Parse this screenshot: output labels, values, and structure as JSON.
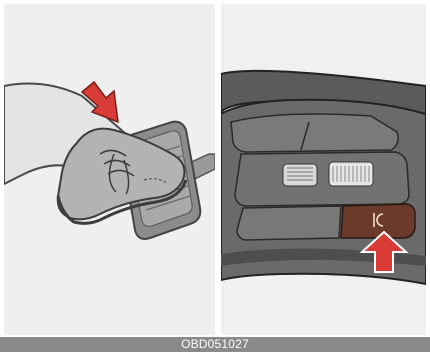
{
  "figure": {
    "code": "OBD051027",
    "left_panel": {
      "illustration": "foot-on-brake-pedal",
      "arrow_direction": "down-right",
      "arrow_color": "#d93c36"
    },
    "right_panel": {
      "illustration": "steering-wheel-cruise-button",
      "highlight_color": "#6b3a2a",
      "arrow_direction": "up",
      "arrow_color": "#d93c36",
      "button_icon": "cruise-cancel-icon"
    }
  }
}
